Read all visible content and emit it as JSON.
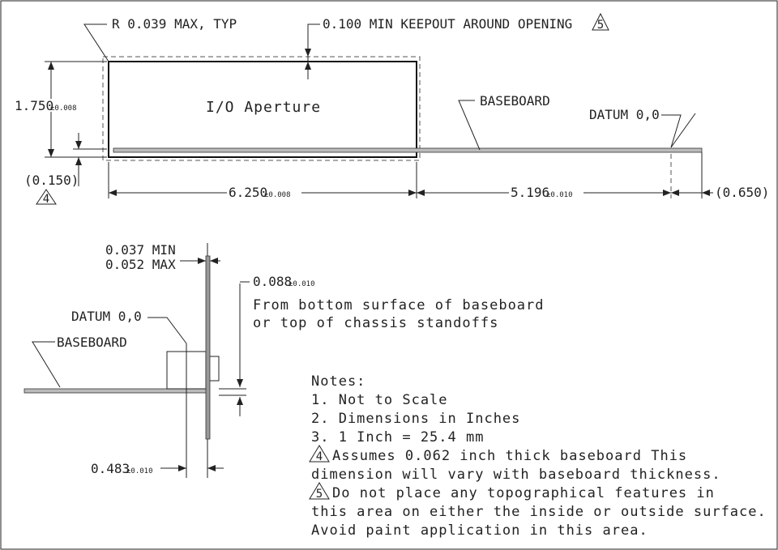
{
  "top_view": {
    "radius_callout": "R 0.039 MAX, TYP",
    "keepout_callout": "0.100 MIN KEEPOUT AROUND OPENING",
    "keepout_note_ref": "5",
    "aperture_label": "I/O Aperture",
    "height_dim": "1.750",
    "height_tol": "±0.008",
    "offset_dim": "(0.150)",
    "offset_note_ref": "4",
    "width_dim": "6.250",
    "width_tol": "±0.008",
    "datum_dim": "5.196",
    "datum_tol": "±0.010",
    "end_dim": "(0.650)",
    "baseboard_label": "BASEBOARD",
    "datum_label": "DATUM 0,0"
  },
  "side_view": {
    "thickness_min": "0.037 MIN",
    "thickness_max": "0.052 MAX",
    "height_dim": "0.088",
    "height_tol": "±0.010",
    "height_note_line1": "From bottom surface of baseboard",
    "height_note_line2": "or top of chassis standoffs",
    "datum_label": "DATUM 0,0",
    "baseboard_label": "BASEBOARD",
    "offset_dim": "0.483",
    "offset_tol": "±0.010"
  },
  "notes": {
    "title": "Notes:",
    "n1": "1. Not to Scale",
    "n2": "2. Dimensions in Inches",
    "n3": "3. 1 Inch = 25.4 mm",
    "n4_ref": "4",
    "n4_line1": "Assumes 0.062 inch thick baseboard  This",
    "n4_line2": "dimension will vary with baseboard thickness.",
    "n5_ref": "5",
    "n5_line1": "Do not place any topographical features in",
    "n5_line2": "this area on either the inside or outside surface.",
    "n5_line3": "Avoid paint application in this area."
  }
}
